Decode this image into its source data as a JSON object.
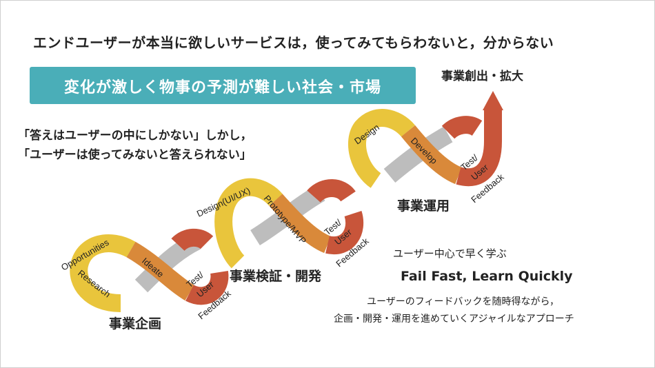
{
  "headline": "エンドユーザーが本当に欲しいサービスは，使ってみてもらわないと，分からない",
  "banner": "変化が激しく物事の予測が難しい社会・市場",
  "expansion_label": "事業創出・拡大",
  "quote_line1": "「答えはユーザーの中にしかない」しかし，",
  "quote_line2": "「ユーザーは使ってみないと答えられない」",
  "phases": {
    "planning": "事業企画",
    "verification": "事業検証・開発",
    "operation": "事業運用"
  },
  "cycle_labels": {
    "opportunities": "Opportunities",
    "research": "Research",
    "ideate": "Ideate",
    "test1a": "Test/",
    "test1b": "User",
    "feedback1": "Feedback",
    "design_ux": "Design(UI/UX)",
    "prototype": "Prototype/MVP",
    "test2a": "Test/",
    "test2b": "User",
    "feedback2": "Feedback",
    "design": "Design",
    "develop": "Develop",
    "test3a": "Test/",
    "test3b": "User",
    "feedback3": "Feedback"
  },
  "subheading": "ユーザー中心で早く学ぶ",
  "motto": "Fail Fast, Learn Quickly",
  "description_line1": "ユーザーのフィードバックを随時得ながら，",
  "description_line2": "企画・開発・運用を進めていくアジャイルなアプローチ",
  "colors": {
    "teal": "#4aaeb8",
    "yellow": "#e9c53c",
    "orange": "#d9893a",
    "red": "#c8553a",
    "gray": "#bdbdbd"
  }
}
